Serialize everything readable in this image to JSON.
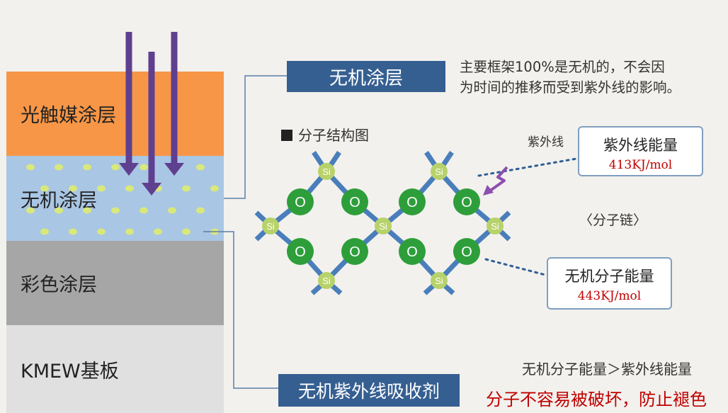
{
  "layers": {
    "photocatalyst": "光触媒涂层",
    "inorganic": "无机涂层",
    "color": "彩色涂层",
    "substrate": "KMEW基板"
  },
  "tags": {
    "inorganic_coating": "无机涂层",
    "uv_absorber": "无机紫外线吸收剂"
  },
  "description": {
    "line1": "主要框架100%是无机的，不会因",
    "line2": "为时间的推移而受到紫外线的影响。"
  },
  "structure_title": "分子结构图",
  "uv_label": "紫外线",
  "uv_energy": {
    "title": "紫外线能量",
    "value": "413KJ/mol"
  },
  "molecular_chain": "〈分子链〉",
  "inorganic_energy": {
    "title": "无机分子能量",
    "value": "443KJ/mol"
  },
  "comparison": "无机分子能量＞紫外线能量",
  "conclusion": "分子不容易被破坏，防止褪色",
  "molecule": {
    "si_label": "Si",
    "o_label": "O",
    "colors": {
      "bond": "#4a7ebb",
      "oxygen": "#2e9e3a",
      "silicon": "#b8d26a",
      "arrow": "#5f3f8f",
      "lightning": "#8e4fb0"
    }
  }
}
